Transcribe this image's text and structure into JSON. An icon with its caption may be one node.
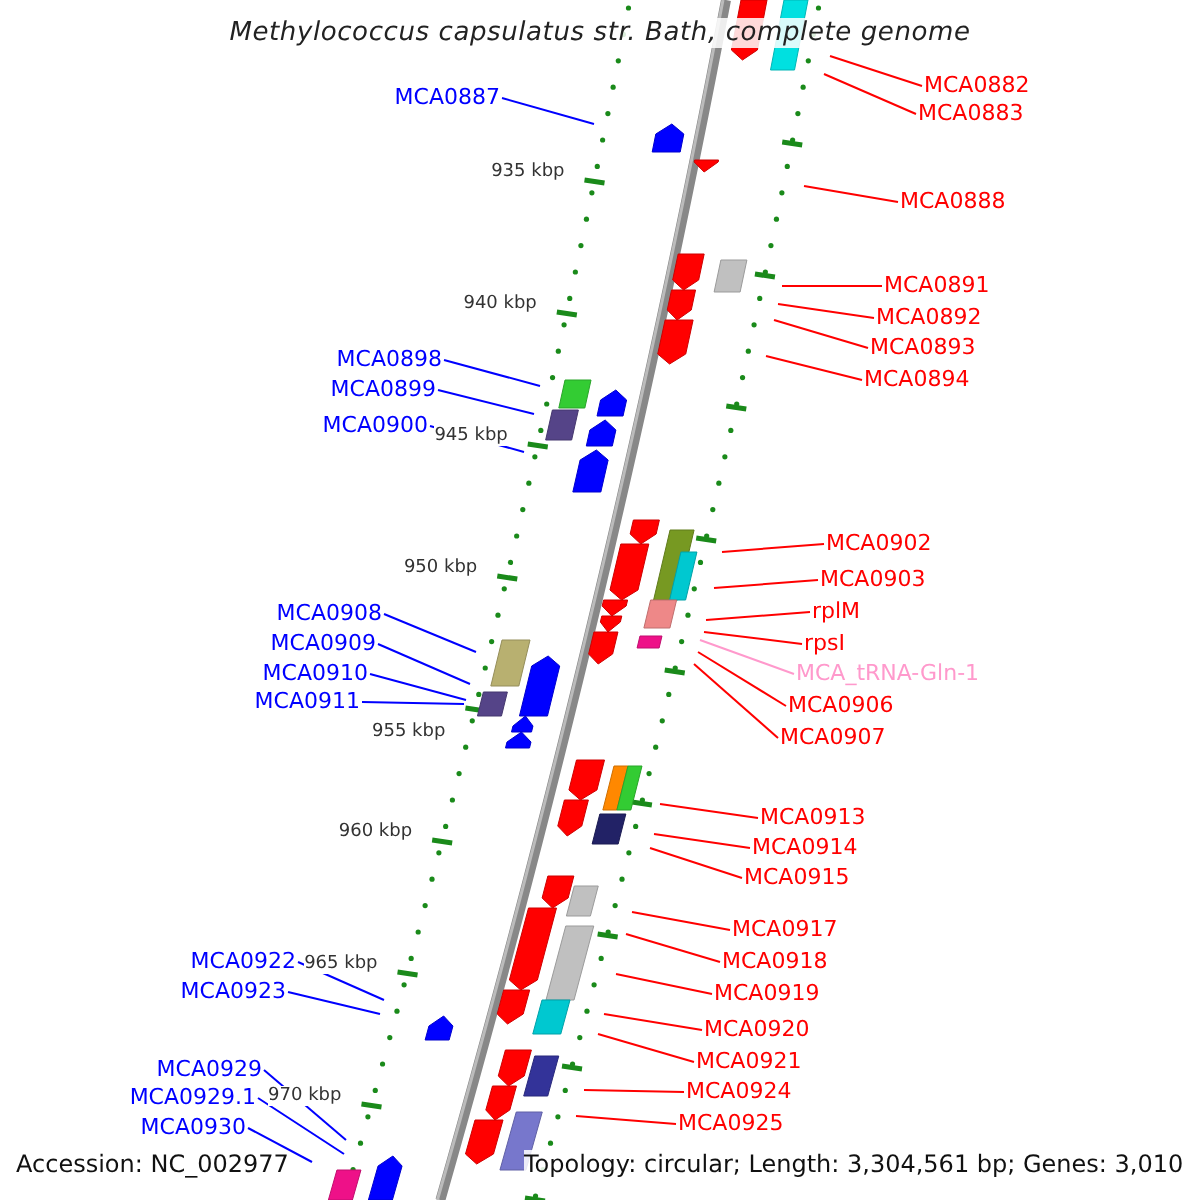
{
  "diagram": {
    "title": "Methylococcus capsulatus str. Bath, complete genome",
    "nodes": [
      {
        "text": [
          "MCA0882"
        ]
      },
      {
        "text": [
          "MCA0887"
        ]
      },
      {
        "text": [
          "MCA0883"
        ]
      },
      {
        "text": [
          "MCA0888"
        ]
      },
      {
        "text": [
          "MCA0891"
        ]
      },
      {
        "text": [
          "MCA0892"
        ]
      },
      {
        "text": [
          "MCA0893"
        ]
      },
      {
        "text": [
          "MCA0898"
        ]
      },
      {
        "text": [
          "MCA0894"
        ]
      },
      {
        "text": [
          "MCA0899"
        ]
      },
      {
        "text": [
          "MCA0900"
        ]
      },
      {
        "text": [
          "MCA0902"
        ]
      },
      {
        "text": [
          "MCA0903"
        ]
      },
      {
        "text": [
          "rplM"
        ]
      },
      {
        "text": [
          "MCA0908"
        ]
      },
      {
        "text": [
          "rpsI"
        ]
      },
      {
        "text": [
          "MCA0909"
        ]
      },
      {
        "text": [
          "MCA_tRNA-Gln-1"
        ]
      },
      {
        "text": [
          "MCA0910"
        ]
      },
      {
        "text": [
          "MCA0911"
        ]
      },
      {
        "text": [
          "MCA0906"
        ]
      },
      {
        "text": [
          "MCA0907"
        ]
      },
      {
        "text": [
          "MCA0913"
        ]
      },
      {
        "text": [
          "MCA0914"
        ]
      },
      {
        "text": [
          "MCA0915"
        ]
      },
      {
        "text": [
          "MCA0917"
        ]
      },
      {
        "text": [
          "MCA0918"
        ]
      },
      {
        "text": [
          "MCA0922"
        ]
      },
      {
        "text": [
          "MCA0923"
        ]
      },
      {
        "text": [
          "MCA0919"
        ]
      },
      {
        "text": [
          "MCA0920"
        ]
      },
      {
        "text": [
          "MCA0921"
        ]
      },
      {
        "text": [
          "MCA0929"
        ]
      },
      {
        "text": [
          "MCA0924"
        ]
      },
      {
        "text": [
          "MCA0929.1"
        ]
      },
      {
        "text": [
          "MCA0925"
        ]
      },
      {
        "text": [
          "MCA0930"
        ]
      }
    ],
    "edges": [
      {
        "from": 0,
        "to": null,
        "arrow": "none"
      },
      {
        "from": 1,
        "to": null,
        "arrow": "none",
        "color": "#0000ff"
      },
      {
        "from": 2,
        "to": null,
        "arrow": "none"
      },
      {
        "from": 3,
        "to": null,
        "arrow": "none"
      },
      {
        "from": 4,
        "to": null,
        "arrow": "none"
      },
      {
        "from": 5,
        "to": null,
        "arrow": "none"
      },
      {
        "from": 6,
        "to": null,
        "arrow": "none"
      },
      {
        "from": 7,
        "to": null,
        "arrow": "none",
        "color": "#0000ff"
      },
      {
        "from": 8,
        "to": null,
        "arrow": "none"
      },
      {
        "from": 9,
        "to": null,
        "arrow": "none",
        "color": "#0000ff"
      },
      {
        "from": 10,
        "to": null,
        "arrow": "none",
        "color": "#0000ff"
      },
      {
        "from": 11,
        "to": null,
        "arrow": "none"
      },
      {
        "from": 12,
        "to": null,
        "arrow": "none"
      },
      {
        "from": 13,
        "to": null,
        "arrow": "none"
      },
      {
        "from": 14,
        "to": null,
        "arrow": "none",
        "color": "#0000ff"
      },
      {
        "from": 15,
        "to": null,
        "arrow": "none"
      },
      {
        "from": 16,
        "to": null,
        "arrow": "none",
        "color": "#0000ff"
      },
      {
        "from": 17,
        "to": null,
        "arrow": "none",
        "color": "#ff99cc"
      },
      {
        "from": 18,
        "to": null,
        "arrow": "none",
        "color": "#0000ff"
      },
      {
        "from": 19,
        "to": null,
        "arrow": "none",
        "color": "#0000ff"
      },
      {
        "from": 20,
        "to": null,
        "arrow": "none"
      },
      {
        "from": 21,
        "to": null,
        "arrow": "none"
      },
      {
        "from": 22,
        "to": null,
        "arrow": "none"
      },
      {
        "from": 23,
        "to": null,
        "arrow": "none"
      },
      {
        "from": 24,
        "to": null,
        "arrow": "none"
      },
      {
        "from": 25,
        "to": null,
        "arrow": "none"
      },
      {
        "from": 26,
        "to": null,
        "arrow": "none"
      },
      {
        "from": 27,
        "to": null,
        "arrow": "none",
        "color": "#0000ff"
      },
      {
        "from": 28,
        "to": null,
        "arrow": "none",
        "color": "#0000ff"
      },
      {
        "from": 29,
        "to": null,
        "arrow": "none"
      },
      {
        "from": 30,
        "to": null,
        "arrow": "none"
      },
      {
        "from": 31,
        "to": null,
        "arrow": "none"
      },
      {
        "from": 32,
        "to": null,
        "arrow": "none",
        "color": "#0000ff"
      },
      {
        "from": 33,
        "to": null,
        "arrow": "none"
      },
      {
        "from": 34,
        "to": null,
        "arrow": "none",
        "color": "#0000ff"
      },
      {
        "from": 35,
        "to": null,
        "arrow": "none"
      },
      {
        "from": 36,
        "to": null,
        "arrow": "none",
        "color": "#0000ff"
      }
    ],
    "labels": [
      "935 kbp",
      "940 kbp",
      "945 kbp",
      "950 kbp",
      "955 kbp",
      "960 kbp",
      "965 kbp",
      "970 kbp",
      "Accession: NC_002977",
      "Topology: circular; Length: 3,304,561 bp; Genes: 3,010"
    ]
  }
}
